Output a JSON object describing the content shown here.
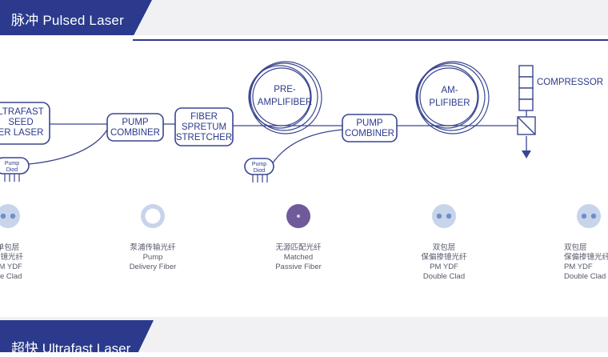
{
  "sections": {
    "top": "脉冲 Pulsed Laser",
    "bottom": "超快 Ultrafast Laser"
  },
  "blocks": {
    "seed": [
      "LTRAFAST",
      "SEED",
      "ER LASER"
    ],
    "pump_combiner_1": [
      "PUMP",
      "COMBINER"
    ],
    "stretcher": [
      "FIBER",
      "SPRETUM",
      "STRETCHER"
    ],
    "pre_amp": [
      "PRE-",
      "AMPLIFIBER"
    ],
    "pump_combiner_2": [
      "PUMP",
      "COMBINER"
    ],
    "amp": [
      "AM-",
      "PLIFIBER"
    ],
    "compressor": "COMPRESSOR",
    "pump_diode_1": [
      "Pump",
      "Diod"
    ],
    "pump_diode_2": [
      "Pump",
      "Diod"
    ]
  },
  "fibers": [
    {
      "lines": [
        "单包层",
        "掺镱光纤",
        "PM YDF",
        "gle Clad"
      ],
      "type": "single-clad"
    },
    {
      "lines": [
        "泵浦传输光纤",
        "Pump",
        "Delivery Fiber"
      ],
      "type": "ring"
    },
    {
      "lines": [
        "无源匹配光纤",
        "Matched",
        "Passive Fiber"
      ],
      "type": "solid"
    },
    {
      "lines": [
        "双包层",
        "保偏掺镱光纤",
        "PM YDF",
        "Double Clad"
      ],
      "type": "double-clad"
    },
    {
      "lines": [
        "双包层",
        "保偏掺镱光纤",
        "PM YDF",
        "Double Clad"
      ],
      "type": "double-clad"
    }
  ],
  "colors": {
    "brand": "#2b3a8c",
    "line": "#3a4690",
    "fiber_light": "#c7d4ea",
    "fiber_core": "#6e8fc8",
    "fiber_solid": "#6f5a9a"
  }
}
